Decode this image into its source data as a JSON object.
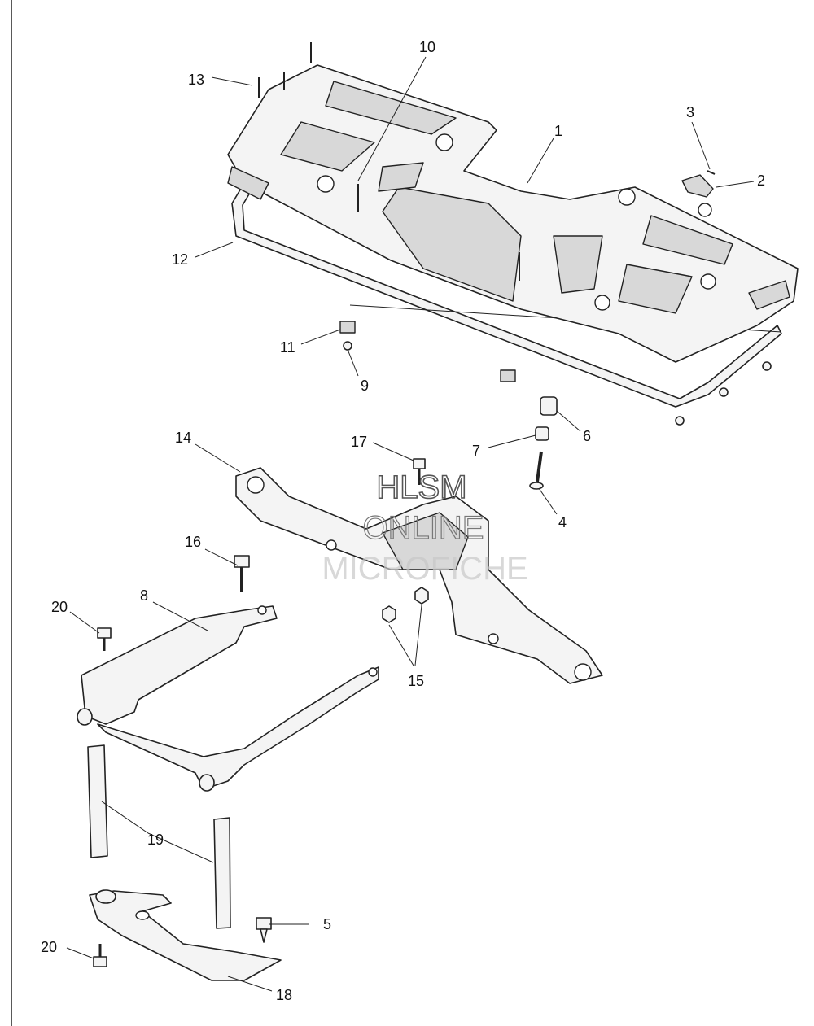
{
  "callouts": {
    "c1": "1",
    "c2": "2",
    "c3": "3",
    "c4": "4",
    "c5": "5",
    "c6": "6",
    "c7": "7",
    "c8": "8",
    "c9": "9",
    "c10": "10",
    "c11": "11",
    "c12": "12",
    "c13": "13",
    "c14": "14",
    "c15": "15",
    "c16": "16",
    "c17": "17",
    "c18": "18",
    "c19": "19",
    "c20a": "20",
    "c20b": "20"
  },
  "watermark": {
    "line1": "HLSM",
    "line2": "ONLINE",
    "line3": "MICROFICHE"
  },
  "colors": {
    "line": "#222222",
    "fill": "#f4f4f4",
    "background": "#ffffff"
  }
}
